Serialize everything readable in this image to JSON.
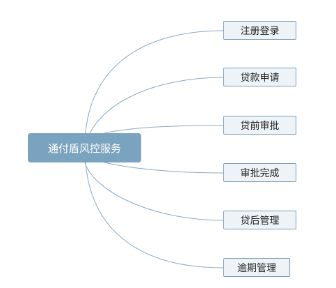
{
  "diagram": {
    "root": {
      "label": "通付盾风控服务"
    },
    "children": [
      {
        "label": "注册登录"
      },
      {
        "label": "贷款申请"
      },
      {
        "label": "贷前审批"
      },
      {
        "label": "审批完成"
      },
      {
        "label": "贷后管理"
      },
      {
        "label": "逾期管理"
      }
    ]
  },
  "colors": {
    "root_fill": "#7aa3bf",
    "root_text": "#ffffff",
    "child_fill": "#eef3f8",
    "child_border": "#7d9db7",
    "connector": "#8aa9c2"
  }
}
